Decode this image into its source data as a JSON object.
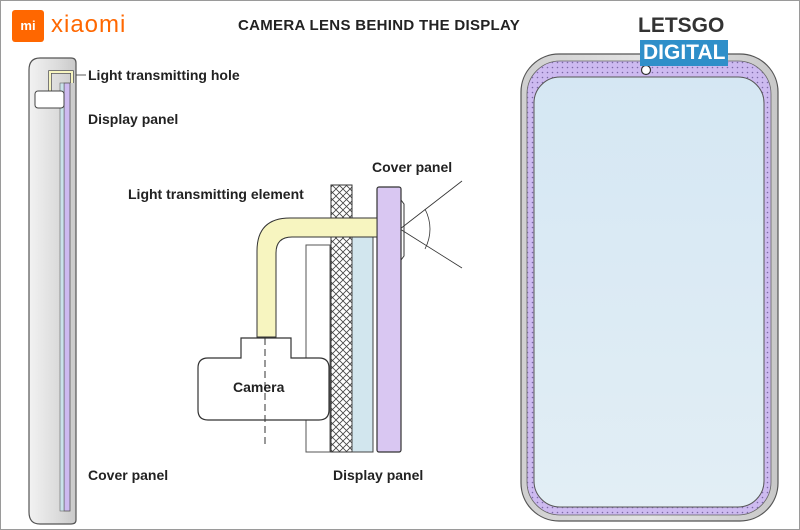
{
  "header": {
    "brand_logo": "mi",
    "brand_name": "xiaomi",
    "title": "CAMERA LENS BEHIND THE DISPLAY",
    "watermark_part1": "LETSGO",
    "watermark_part2": "DIGITAL"
  },
  "labels": {
    "light_hole": "Light transmitting hole",
    "display_panel_left": "Display panel",
    "cover_panel_left": "Cover panel",
    "cover_panel_center": "Cover panel",
    "light_element": "Light transmitting element",
    "camera": "Camera",
    "display_panel_center": "Display panel"
  },
  "colors": {
    "brand": "#ff6700",
    "watermark_blue": "#2f8fc9",
    "cover_panel": "#d9c7f2",
    "display_panel": "#d2e6ee",
    "light_element": "#f7f5c0",
    "phone_body": "#d6d6d6",
    "screen": "#dbe9f2"
  }
}
